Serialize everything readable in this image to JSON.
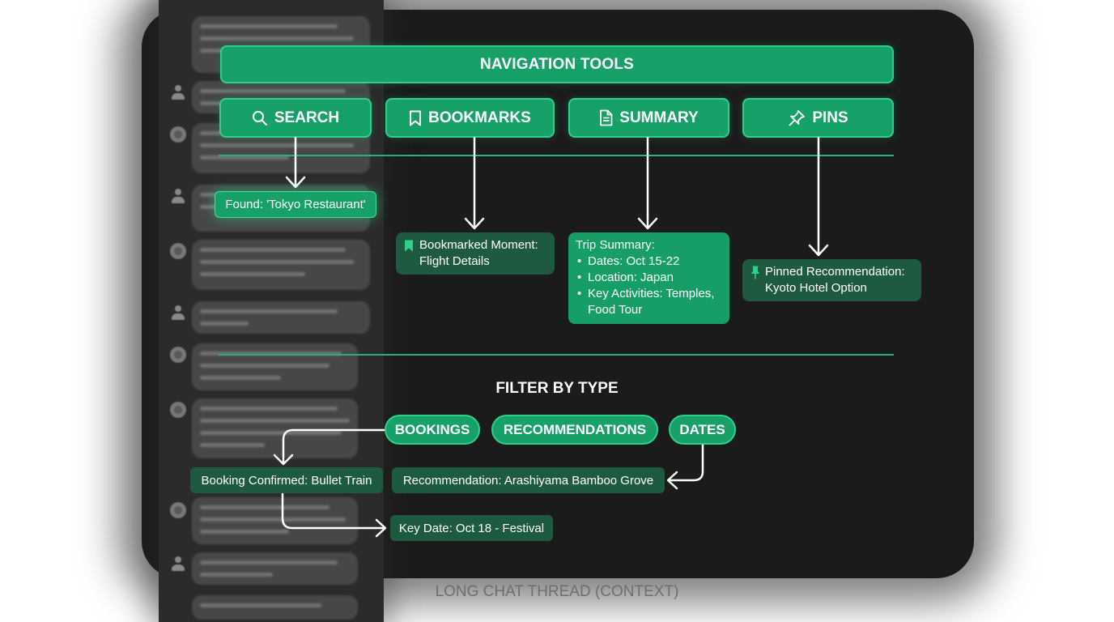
{
  "nav_tools": {
    "title": "NAVIGATION TOOLS",
    "buttons": [
      {
        "label": "SEARCH",
        "icon": "search-icon"
      },
      {
        "label": "BOOKMARKS",
        "icon": "bookmark-icon"
      },
      {
        "label": "SUMMARY",
        "icon": "document-icon"
      },
      {
        "label": "PINS",
        "icon": "pin-icon"
      }
    ]
  },
  "results": {
    "search": "Found: 'Tokyo Restaurant'",
    "bookmark": {
      "line1": "Bookmarked Moment:",
      "line2": "Flight Details",
      "icon": "bookmark-icon"
    },
    "summary": {
      "heading": "Trip Summary:",
      "items": [
        "Dates: Oct 15-22",
        "Location: Japan",
        "Key Activities: Temples, Food Tour"
      ]
    },
    "pin": {
      "line1": "Pinned Recommendation:",
      "line2": "Kyoto Hotel Option",
      "icon": "pushpin-icon"
    }
  },
  "filter": {
    "title": "FILTER BY TYPE",
    "chips": [
      "BOOKINGS",
      "RECOMMENDATIONS",
      "DATES"
    ],
    "results": {
      "booking": "Booking Confirmed: Bullet Train",
      "recommendation": "Recommendation: Arashiyama Bamboo Grove",
      "date": "Key Date: Oct 18 - Festival"
    }
  },
  "caption": "LONG CHAT THREAD (CONTEXT)",
  "colors": {
    "accent": "#17a169",
    "accent_border": "#2fd08a",
    "card_dark": "#1d5a3f",
    "background": "#1b1b1b",
    "chat_column": "#2b2b2b",
    "connector": "#ffffff"
  }
}
